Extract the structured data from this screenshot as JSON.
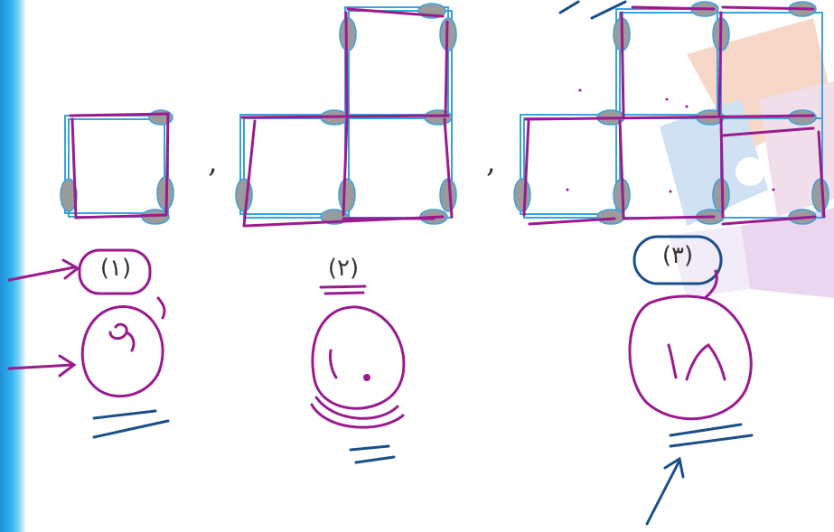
{
  "figures": [
    {
      "label": "(١)",
      "handwritten_answer": "٤"
    },
    {
      "label": "(٢)",
      "handwritten_answer": "١٠"
    },
    {
      "label": "(٣)",
      "handwritten_answer": "١٨"
    }
  ],
  "separators": [
    ",",
    ","
  ],
  "colors": {
    "printed_line": "#3aa3db",
    "joint_ellipse": "#9b9b9b",
    "ink_purple": "#9b1b8f",
    "ink_blue": "#1b4f8a",
    "accent_bar": "#2fb3ee"
  }
}
